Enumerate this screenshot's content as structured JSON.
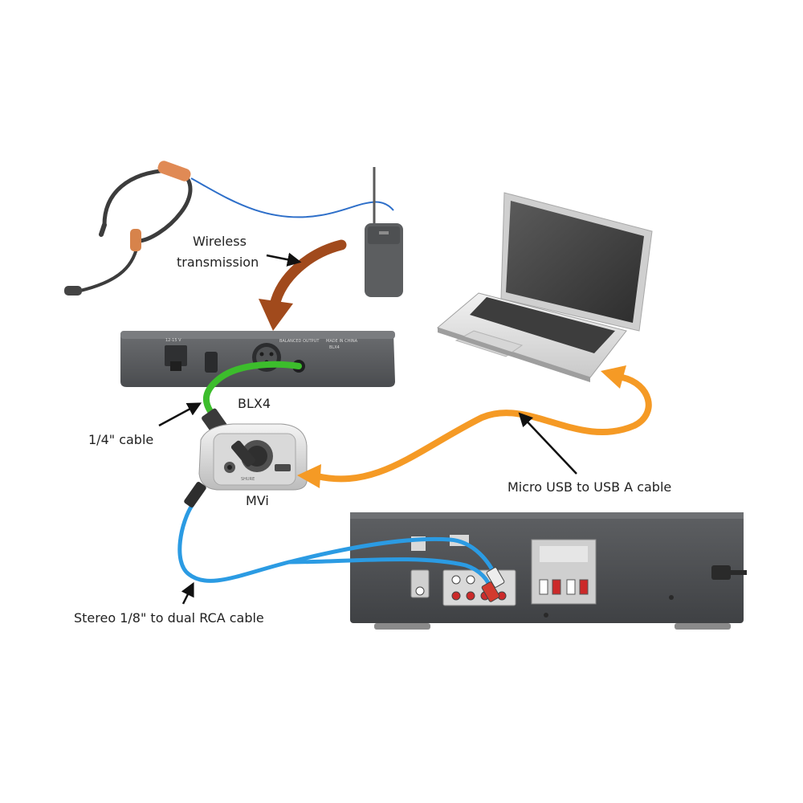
{
  "labels": {
    "wireless": [
      "Wireless",
      "transmission"
    ],
    "blx4": "BLX4",
    "quarter_cable": "1/4\" cable",
    "mvi": "MVi",
    "usb_cable": "Micro USB to USB A cable",
    "rca_cable": "Stereo 1/8\" to dual RCA cable"
  },
  "colors": {
    "wireless_arrow": "#a14a1c",
    "quarter_cable": "#3cbd2c",
    "usb_cable": "#f59a25",
    "rca_cable": "#2b9be3",
    "headset_cable": "#2e6fc9"
  },
  "icons": {
    "headset": "headset-microphone-icon",
    "bodypack": "bodypack-transmitter-icon",
    "receiver": "wireless-receiver-icon",
    "interface": "audio-interface-icon",
    "laptop": "laptop-icon",
    "amplifier": "stereo-receiver-icon"
  }
}
